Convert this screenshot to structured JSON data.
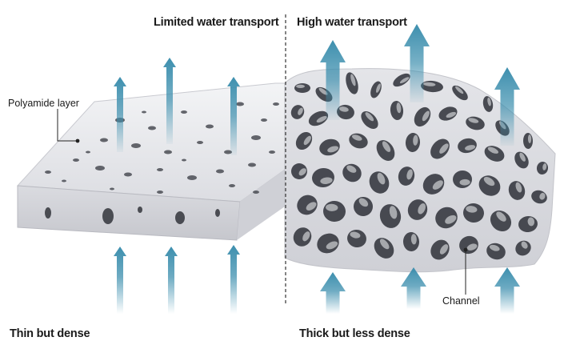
{
  "labels": {
    "limited": "Limited water transport",
    "high": "High water transport",
    "polyamide": "Polyamide layer",
    "channel": "Channel",
    "thin": "Thin but dense",
    "thick": "Thick but less dense"
  },
  "colors": {
    "arrow": "#3d8fae",
    "slab_top": "#e9eaee",
    "slab_front": "#d7d8dd",
    "pore": "#3b3d44",
    "divider": "#333333"
  },
  "icons": [
    "arrow-up-icon"
  ]
}
